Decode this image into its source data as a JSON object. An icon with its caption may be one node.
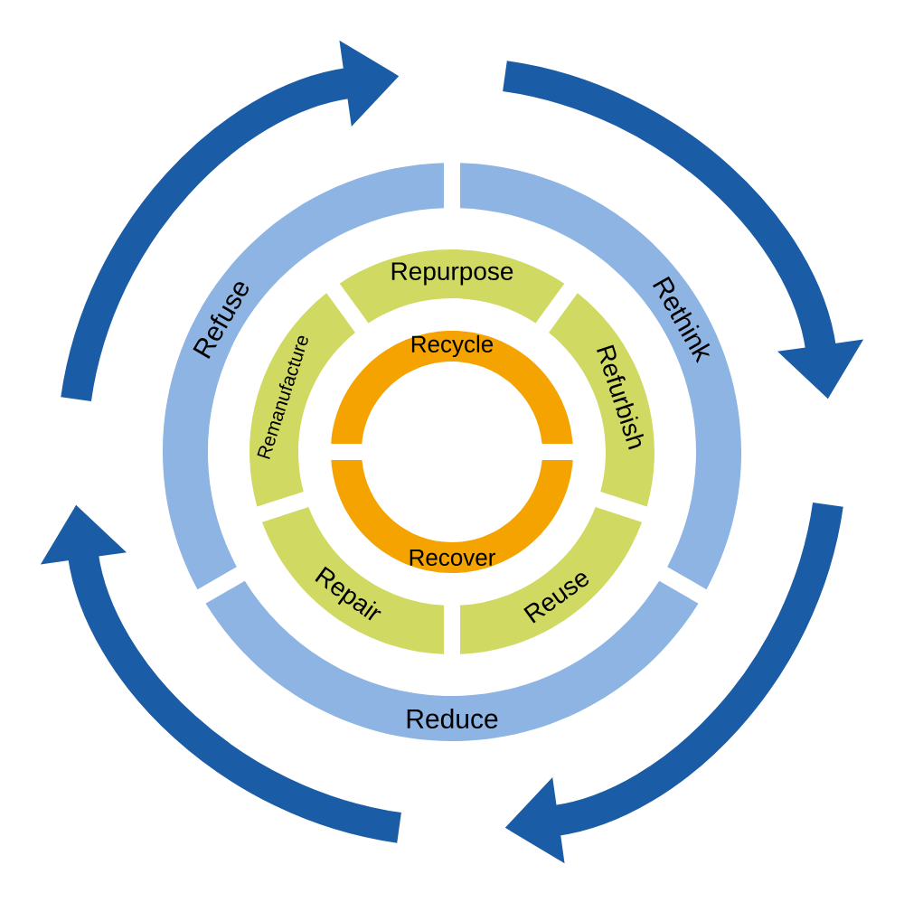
{
  "diagram": {
    "nodes": [
      {
        "text": [
          "Refuse"
        ]
      },
      {
        "text": [
          "Rethink"
        ]
      },
      {
        "text": [
          "Reduce"
        ]
      },
      {
        "text": [
          "Repurpose"
        ]
      },
      {
        "text": [
          "Refurbish"
        ]
      },
      {
        "text": [
          "Reuse"
        ]
      },
      {
        "text": [
          "Repair"
        ]
      },
      {
        "text": [
          "Remanufacture"
        ]
      },
      {
        "text": [
          "Recycle"
        ]
      },
      {
        "text": [
          "Recover"
        ]
      }
    ]
  }
}
